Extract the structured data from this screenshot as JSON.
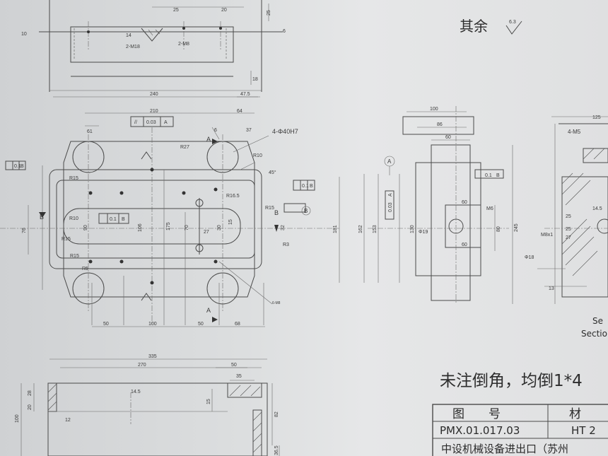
{
  "notes": {
    "rest_roughness": "其余",
    "rest_roughness_value": "6.3",
    "chamfer_note": "未注倒角，均倒1*4"
  },
  "title_block": {
    "drawing_no_label": "图　　号",
    "material_label": "材",
    "drawing_no": "PMX.01.017.03",
    "material": "HT 2",
    "company": "中设机械设备进出口（苏州"
  },
  "top_view": {
    "dims": [
      "25",
      "20",
      "25",
      "10",
      "14",
      "2-M18",
      "2-M8",
      "6",
      "18",
      "240",
      "47.5"
    ]
  },
  "plan_view": {
    "dims": [
      "210",
      "64",
      "61",
      "6",
      "37",
      "4-Φ40H7",
      "R27",
      "R10",
      "45°",
      "R15",
      "R16.5",
      "R10",
      "R15",
      "R15",
      "R5",
      "R15",
      "R3",
      "50",
      "100",
      "50",
      "68",
      "90",
      "175",
      "106",
      "70",
      "27",
      "15",
      "30",
      "32",
      "76",
      "181",
      "6-M8"
    ],
    "tolerance_frame": {
      "symbol": "//",
      "value": "0.03",
      "datum": "A"
    },
    "frames": [
      "0.1",
      "B",
      "0.1",
      "B",
      "0.1",
      "B"
    ],
    "labels": [
      "A",
      "A",
      "B",
      "B",
      "B"
    ]
  },
  "side_view": {
    "dims": [
      "100",
      "86",
      "60",
      "60",
      "M6",
      "60",
      "Φ19",
      "130",
      "153",
      "162",
      "80",
      "245",
      "0.03",
      "A",
      "0.1",
      "B"
    ],
    "label": "A"
  },
  "section_view": {
    "dims": [
      "125",
      "4-M5",
      "14.5",
      "25",
      "25",
      "27",
      "M8x1",
      "Φ18",
      "13"
    ],
    "caption1": "Se",
    "caption2": "Sectio"
  },
  "bottom_view": {
    "dims": [
      "335",
      "270",
      "50",
      "35",
      "14.5",
      "12",
      "28",
      "20",
      "100",
      "15",
      "82",
      "36.5"
    ]
  }
}
